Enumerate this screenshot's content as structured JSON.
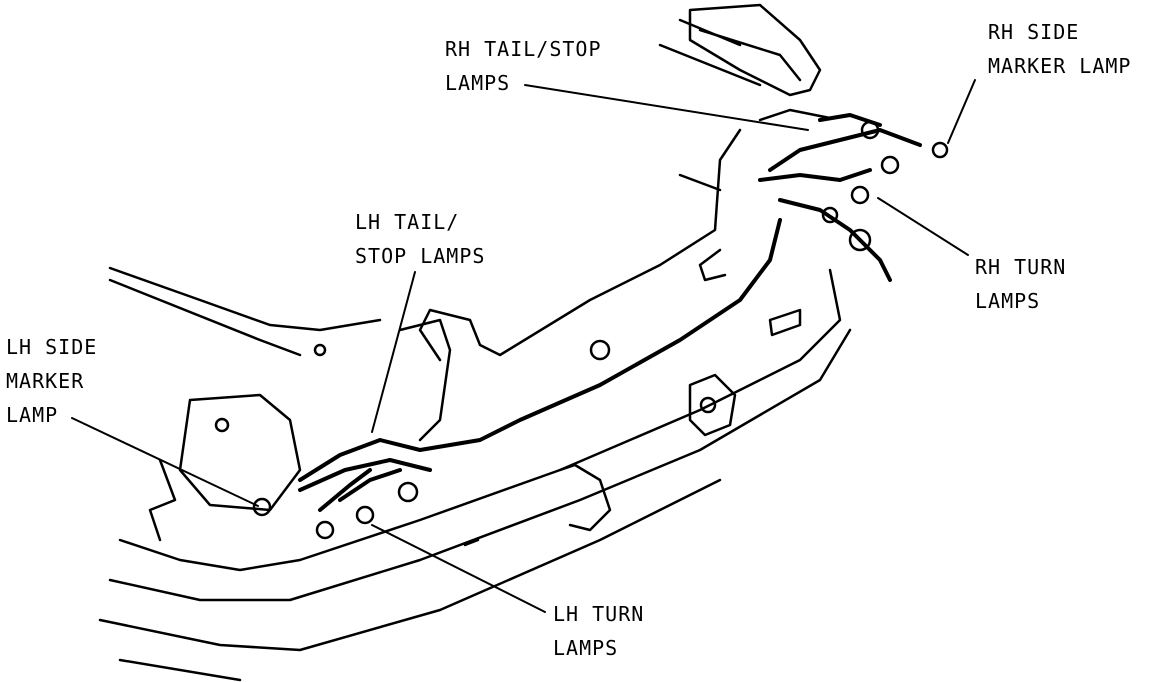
{
  "diagram": {
    "labels": {
      "rh_tail_stop": [
        "RH TAIL/STOP",
        "LAMPS"
      ],
      "rh_side_marker": [
        "RH SIDE",
        "MARKER LAMP"
      ],
      "rh_turn": [
        "RH TURN",
        "LAMPS"
      ],
      "lh_tail_stop": [
        "LH TAIL/",
        "STOP LAMPS"
      ],
      "lh_side_marker": [
        "LH SIDE",
        "MARKER",
        "LAMP"
      ],
      "lh_turn": [
        "LH TURN",
        "LAMPS"
      ]
    },
    "colors": {
      "ink": "#000000",
      "background": "#ffffff"
    }
  }
}
